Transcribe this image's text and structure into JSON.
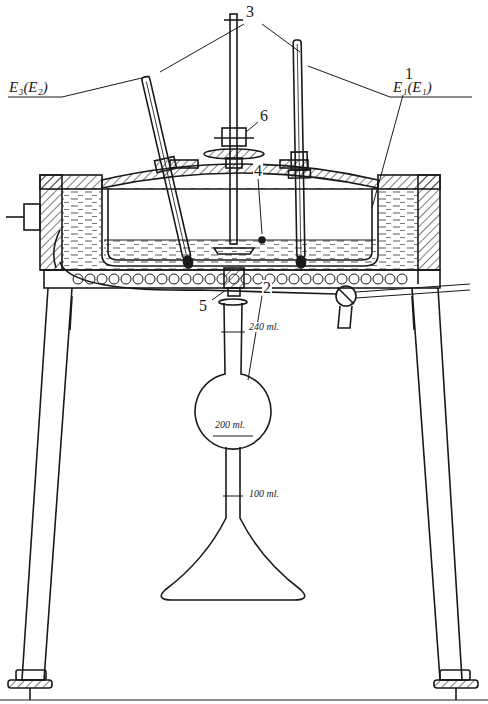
{
  "diagram": {
    "labels": [
      "E₃(E₂)",
      "3",
      "E₁(E₁)",
      "1",
      "6",
      "4",
      "5",
      "2",
      "240 ml.",
      "200 ml.",
      "100 ml."
    ]
  }
}
